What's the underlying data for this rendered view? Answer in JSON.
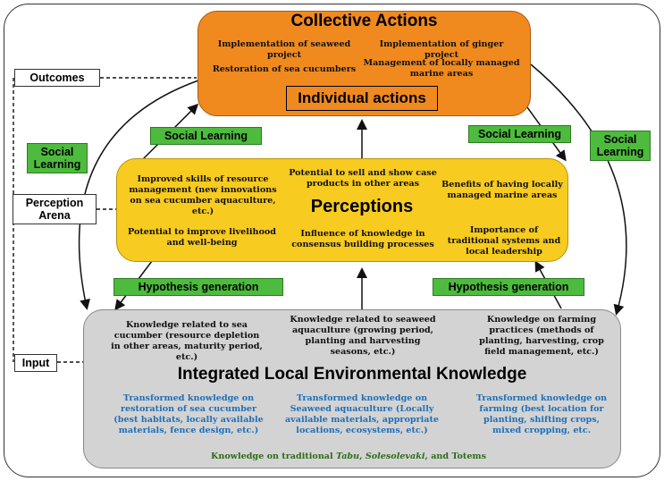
{
  "collective": {
    "title": "Collective Actions",
    "items": [
      "Implementation  of seaweed project",
      "Implementation  of ginger project",
      "Restoration of sea cucumbers",
      "Management of locally managed marine areas"
    ],
    "individual": "Individual actions"
  },
  "perceptions": {
    "title": "Perceptions",
    "items": [
      "Improved skills of resource management (new innovations on sea cucumber aquaculture, etc.)",
      "Potential to sell and show case products in other areas",
      "Benefits of having locally managed marine areas",
      "Potential to improve livelihood and well-being",
      "Influence of knowledge in consensus building processes",
      "Importance of traditional systems and local leadership"
    ]
  },
  "knowledge": {
    "title": "Integrated Local Environmental Knowledge",
    "items": [
      "Knowledge related to sea cucumber (resource depletion in other areas, maturity period, etc.)",
      "Knowledge related to seaweed aquaculture (growing period, planting and harvesting seasons, etc.)",
      "Knowledge on farming practices (methods of planting, harvesting, crop field management, etc.)"
    ],
    "transformed": [
      "Transformed knowledge on restoration of sea cucumber (best habitats, locally available materials, fence design, etc.)",
      "Transformed knowledge on Seaweed aquaculture (Locally available materials, appropriate locations, ecosystems, etc.)",
      "Transformed knowledge on farming (best location for planting, shifting crops, mixed cropping, etc."
    ],
    "footer_pre": "Knowledge on traditional ",
    "footer_tabu": "Tabu",
    "footer_mid": ", ",
    "footer_sol": "Solesolevaki",
    "footer_post": ", and Totems"
  },
  "labels": {
    "social_learning": "Social Learning",
    "hypothesis": "Hypothesis generation",
    "outcomes": "Outcomes",
    "perception_arena": "Perception Arena",
    "input": "Input"
  }
}
